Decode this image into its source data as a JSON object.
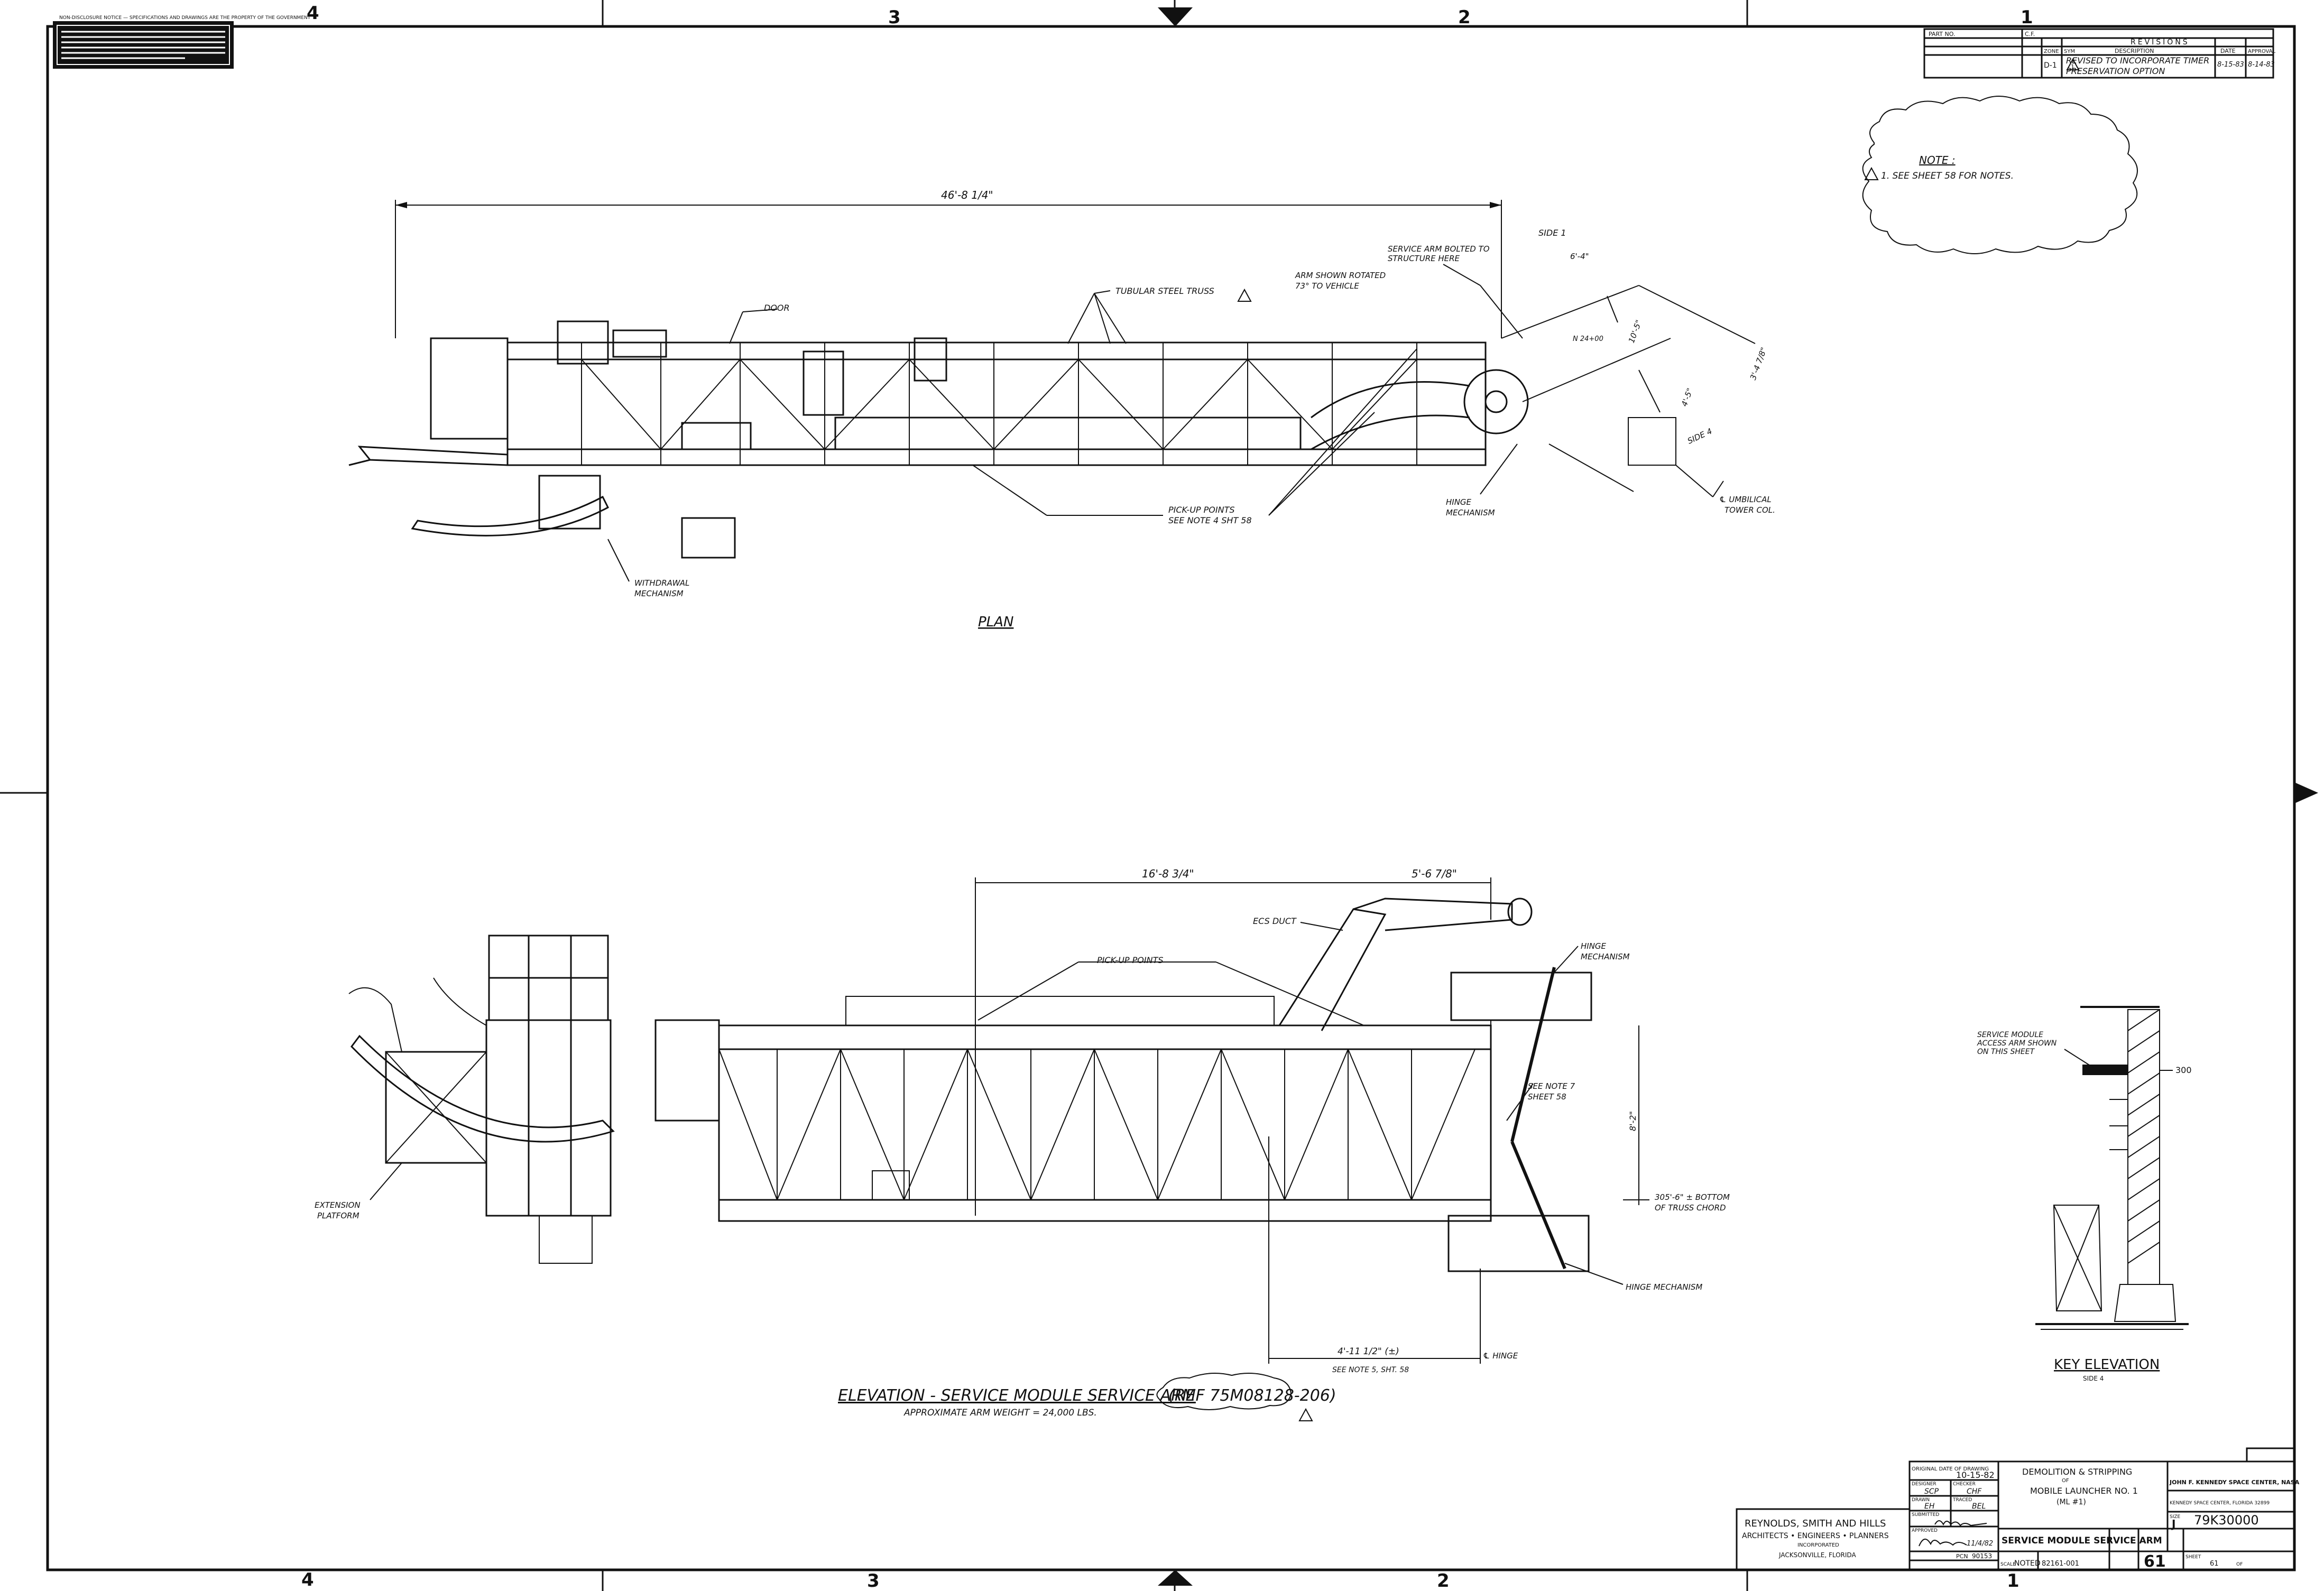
{
  "zones": {
    "top": [
      "4",
      "3",
      "2",
      "1"
    ],
    "bottom": [
      "4",
      "3",
      "2",
      "1"
    ]
  },
  "stamp_text": "NON-DISCLOSURE NOTICE — SPECIFICATIONS AND DRAWINGS ARE THE PROPERTY OF THE GOVERNMENT",
  "revisions": {
    "part_no_label": "PART NO.",
    "cf_label": "C.F.",
    "title": "REVISIONS",
    "headers": [
      "ZONE",
      "SYM",
      "DESCRIPTION",
      "DATE",
      "APPROVAL"
    ],
    "rows": [
      {
        "zone": "D-1",
        "sym": "1",
        "description_line1": "REVISED TO INCORPORATE TIMER",
        "description_line2": "PRESERVATION OPTION",
        "date": "8-15-83",
        "approval": "8-14-83"
      }
    ]
  },
  "note_box": {
    "title": "NOTE :",
    "text": "1. SEE SHEET 58 FOR NOTES."
  },
  "plan": {
    "title": "PLAN",
    "dimension_overall": "46'-8 1/4\"",
    "labels": {
      "door": "DOOR",
      "tubular_truss": "TUBULAR STEEL TRUSS",
      "arm_rotated_1": "ARM SHOWN ROTATED",
      "arm_rotated_2": "73° TO VEHICLE",
      "bolted_1": "SERVICE ARM BOLTED TO",
      "bolted_2": "STRUCTURE HERE",
      "side1": "SIDE 1",
      "side4": "SIDE 4",
      "pickup_1": "PICK-UP POINTS",
      "pickup_2": "SEE NOTE 4 SHT 58",
      "hinge_1": "HINGE",
      "hinge_2": "MECHANISM",
      "withdrawal_1": "WITHDRAWAL",
      "withdrawal_2": "MECHANISM",
      "umbilical_1": "℄ UMBILICAL",
      "umbilical_2": "TOWER COL.",
      "dim_a": "6'-4\"",
      "dim_b": "4'-5\"",
      "dim_c": "3'-4 7/8\"",
      "dim_d": "10'-5\"",
      "dim_e": "N 24+00"
    }
  },
  "elevation": {
    "title": "ELEVATION - SERVICE MODULE SERVICE ARM",
    "ref": "(REF 75M08128-206)",
    "weight": "APPROXIMATE ARM WEIGHT = 24,000 LBS.",
    "labels": {
      "dim_top_left": "16'-8 3/4\"",
      "dim_top_right": "5'-6 7/8\"",
      "ecs_duct": "ECS DUCT",
      "pickup": "PICK-UP POINTS",
      "hinge_top_1": "HINGE",
      "hinge_top_2": "MECHANISM",
      "see_note_1": "SEE NOTE 7",
      "see_note_2": "SHEET 58",
      "height_dim": "8'-2\"",
      "bottom_1": "305'-6\" ± BOTTOM",
      "bottom_2": "OF TRUSS CHORD",
      "hinge_bottom": "HINGE MECHANISM",
      "extension_1": "EXTENSION",
      "extension_2": "PLATFORM",
      "dim_bottom": "4'-11 1/2\" (±)",
      "dim_bottom_note": "SEE NOTE 5, SHT. 58",
      "hinge_cl": "℄ HINGE"
    }
  },
  "key_elevation": {
    "title": "KEY ELEVATION",
    "subtitle": "SIDE 4",
    "label_1": "SERVICE MODULE",
    "label_2": "ACCESS ARM SHOWN",
    "label_3": "ON THIS SHEET",
    "level": "300"
  },
  "title_block": {
    "original_date_label": "ORIGINAL DATE OF DRAWING",
    "original_date": "10-15-82",
    "designer_label": "DESIGNER",
    "designer": "SCP",
    "checker_label": "CHECKER",
    "checker": "CHF",
    "drawn_label": "DRAWN",
    "drawn": "EH",
    "traced_label": "TRACED",
    "traced": "BEL",
    "submitted_label": "SUBMITTED",
    "approved_label": "APPROVED",
    "approved_date": "11/4/82",
    "project_line1": "DEMOLITION & STRIPPING",
    "project_line2": "OF",
    "project_line3": "MOBILE LAUNCHER NO. 1",
    "project_line4": "(ML #1)",
    "agency": "JOHN F. KENNEDY SPACE CENTER, NASA",
    "agency_sub": "KENNEDY SPACE CENTER, FLORIDA 32899",
    "drawing_title": "SERVICE MODULE SERVICE ARM",
    "pcn_label": "PCN",
    "pcn": "90153",
    "size_label": "SIZE",
    "size": "J",
    "drawing_no": "79K30000",
    "scale_label": "SCALE",
    "scale": "NOTED",
    "code": "82161-001",
    "sheet_big": "61",
    "sheet_label": "SHEET",
    "sheet": "61",
    "of_label": "OF",
    "firm_line1": "REYNOLDS, SMITH AND HILLS",
    "firm_line2": "ARCHITECTS • ENGINEERS • PLANNERS",
    "firm_line3": "INCORPORATED",
    "firm_line4": "JACKSONVILLE, FLORIDA"
  }
}
